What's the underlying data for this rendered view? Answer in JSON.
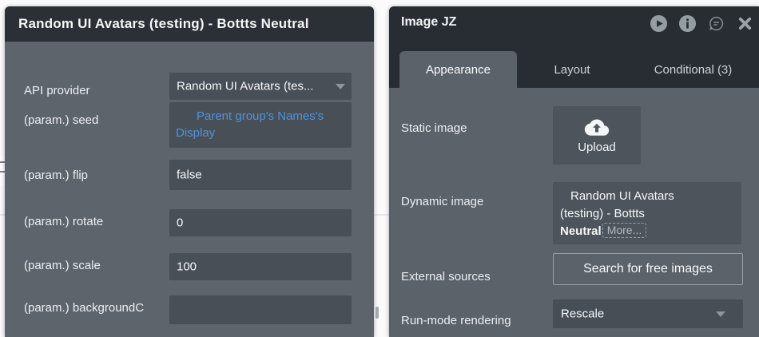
{
  "left_panel": {
    "title": "Random UI Avatars (testing) - Bottts Neutral",
    "fields": [
      {
        "label": "API provider",
        "value": "Random UI Avatars (tes...",
        "type": "dropdown"
      },
      {
        "label": "(param.) seed",
        "value": "Parent group's Names's Display",
        "line1": "Parent group's Names's",
        "line2": "Display",
        "type": "dynamic-expression",
        "text_color": "#4f94dc"
      },
      {
        "label": "(param.) flip",
        "value": "false",
        "type": "text"
      },
      {
        "label": "(param.) rotate",
        "value": "0",
        "type": "text"
      },
      {
        "label": "(param.) scale",
        "value": "100",
        "type": "text"
      },
      {
        "label": "(param.) backgroundC",
        "value": "",
        "type": "text"
      }
    ]
  },
  "right_panel": {
    "title": "Image JZ",
    "header_icons": [
      "play-icon",
      "info-icon",
      "comment-icon",
      "close-icon"
    ],
    "tabs": [
      {
        "label": "Appearance",
        "active": true
      },
      {
        "label": "Layout",
        "active": false
      },
      {
        "label": "Conditional (3)",
        "active": false
      }
    ],
    "rows": {
      "static_image": {
        "label": "Static image",
        "button_label": "Upload",
        "icon": "cloud-upload-icon"
      },
      "dynamic_image": {
        "label": "Dynamic image",
        "line1": "Random UI Avatars",
        "line2": "(testing) - Bottts",
        "line3": "Neutral",
        "more_label": "More...",
        "full_value": "Random UI Avatars (testing) - Bottts Neutral"
      },
      "external_sources": {
        "label": "External sources",
        "button_label": "Search for free images"
      },
      "run_mode": {
        "label": "Run-mode rendering",
        "value": "Rescale",
        "type": "dropdown"
      }
    }
  },
  "colors": {
    "panel_body": "#5b626a",
    "panel_header": "#272d33",
    "field_bg": "#484f56",
    "accent_blue": "#4f94dc",
    "icon_gray": "#959ca2",
    "canvas_bg": "#fbfbfc"
  }
}
